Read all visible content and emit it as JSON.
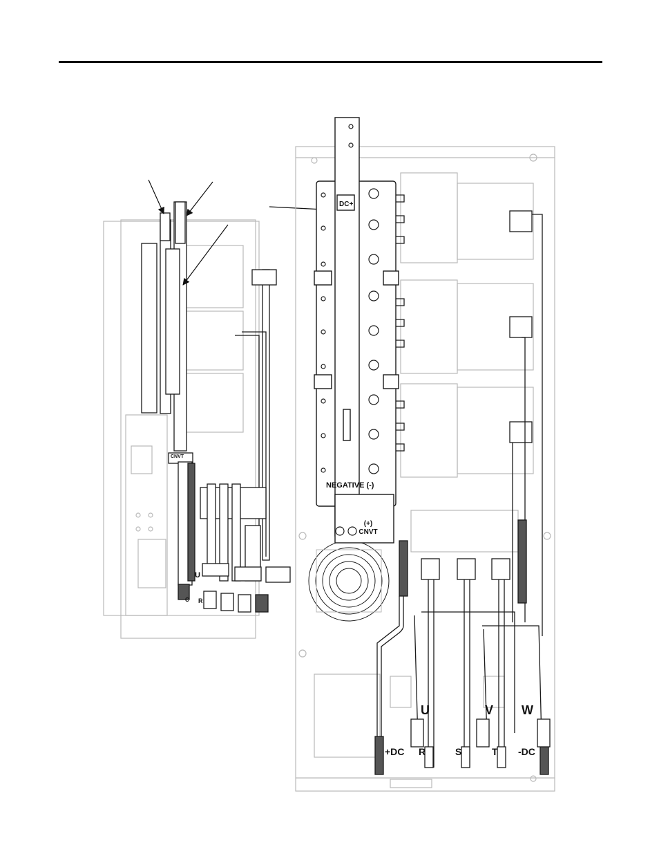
{
  "labels": {
    "dc_plus_tag": "DC+",
    "negative": "NEGATIVE (-)",
    "cnvt_plus": "(+)",
    "cnvt": "CNVT",
    "small_cnvt": "CNVT",
    "u": "U",
    "v": "V",
    "w": "W",
    "plus_dc": "+DC",
    "r": "R",
    "s": "S",
    "t": "T",
    "minus_dc": "-DC",
    "small_u": "U",
    "small_r": "R",
    "small_c": "C"
  },
  "colors": {
    "line": "#1a1a1a",
    "ghost": "#b9b9b9",
    "panel": "#ffffff",
    "dark_bus": "#555555"
  }
}
